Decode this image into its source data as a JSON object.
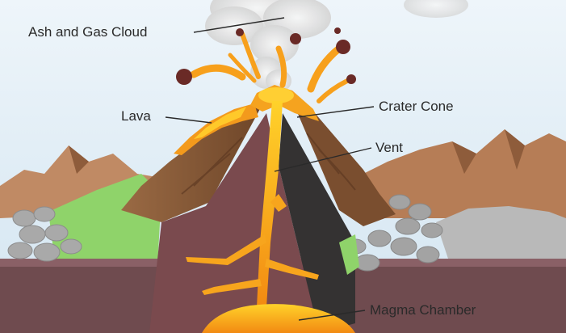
{
  "labels": {
    "ash_cloud": "Ash and Gas Cloud",
    "lava": "Lava",
    "crater_cone": "Crater Cone",
    "vent": "Vent",
    "magma_chamber": "Magma Chamber"
  },
  "colors": {
    "sky": "#dcebf5",
    "smoke": "#e6e6e6",
    "mountains": "#b9805a",
    "volcano_outer": "#8a5a36",
    "volcano_inner_left": "#7a4a4e",
    "volcano_inner_right": "#343232",
    "magma": "#f6a21c",
    "lava_bright": "#ffc21a",
    "grass": "#8fd36a",
    "rocks": "#a9a9a9",
    "ground": "#6f4b4f"
  }
}
